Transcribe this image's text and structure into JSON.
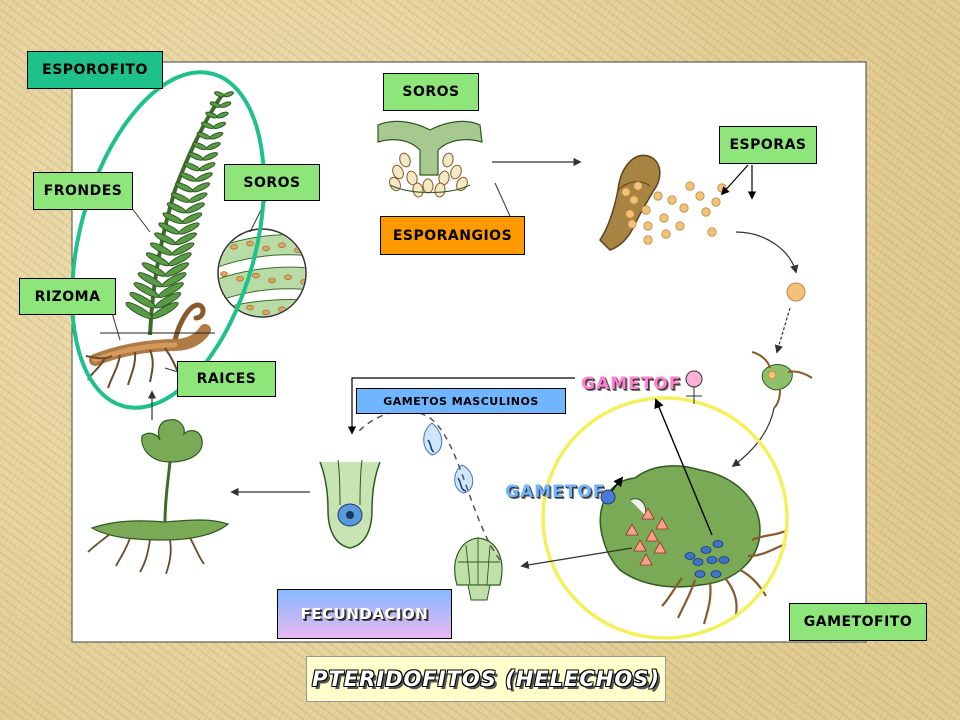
{
  "labels": {
    "esporofito": "ESPOROFITO",
    "frondes": "FRONDES",
    "rizoma": "RIZOMA",
    "soros_left": "SOROS",
    "raices": "RAICES",
    "soros_top": "SOROS",
    "esporangios": "ESPORANGIOS",
    "esporas": "ESPORAS",
    "gametof_fem": "GAMETOF",
    "gametof_masc": "GAMETOF",
    "gametos_masculinos": "GAMETOS MASCULINOS",
    "fecundacion": "FECUNDACION",
    "gametofito": "GAMETOFITO"
  },
  "title": "PTERIDOFITOS (HELECHOS)",
  "colors": {
    "label_green": "#8ee67a",
    "label_teal": "#1fc18b",
    "label_orange": "#ff9900",
    "label_blue": "#6fb6ff",
    "highlight_green": "#1fc18b",
    "highlight_yellow": "#f5f05a",
    "gametof_fem": "#ff7fd0",
    "gametof_masc": "#6fb6ff",
    "plant_green": "#4f8a3c",
    "sorus_orange": "#e6a45a",
    "spore_brown": "#a9783a"
  }
}
